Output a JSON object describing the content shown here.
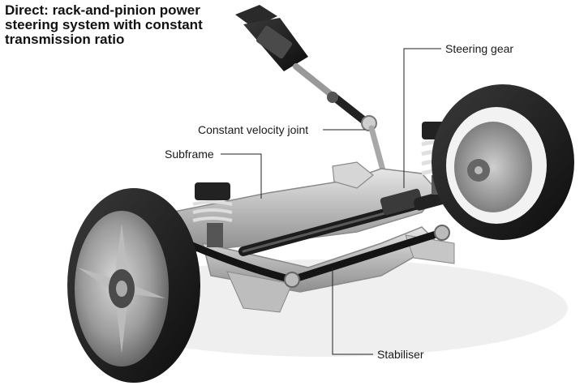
{
  "title": {
    "line1": "Direct: rack-and-pinion power",
    "line2": "steering system with constant",
    "line3": "transmission ratio"
  },
  "labels": {
    "steering_gear": "Steering gear",
    "cv_joint": "Constant velocity joint",
    "subframe": "Subframe",
    "stabiliser": "Stabiliser"
  }
}
